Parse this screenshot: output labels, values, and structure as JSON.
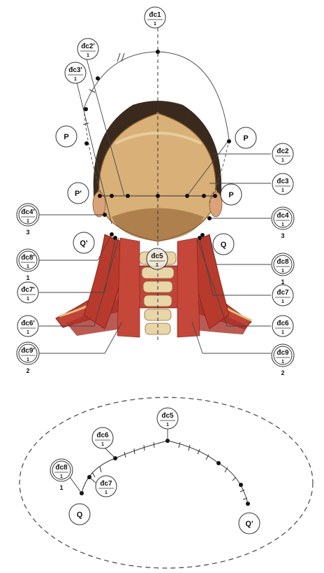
{
  "colors": {
    "ink": "#111111",
    "line": "#444444",
    "skull": "#d8b078",
    "skull_dark": "#8a5a2a",
    "muscle": "#b83a2c",
    "muscle_dark": "#7e1f18",
    "bone": "#e8d6a8",
    "hair": "#3a2a1e"
  },
  "point_labels": {
    "dc1": {
      "name": "đc1",
      "level": "1"
    },
    "dc2p": {
      "name": "đc2'",
      "level": "1"
    },
    "dc3p": {
      "name": "đc3'",
      "level": "1"
    },
    "dc2": {
      "name": "đc2",
      "level": "1"
    },
    "dc3": {
      "name": "đc3",
      "level": "1"
    },
    "dc4p": {
      "name": "đc4'",
      "level": "1",
      "grade": "3"
    },
    "dc4": {
      "name": "đc4",
      "level": "1",
      "grade": "3"
    },
    "dc5": {
      "name": "đc5",
      "level": "1"
    },
    "dc6p": {
      "name": "đc6'",
      "level": "1"
    },
    "dc6": {
      "name": "đc6",
      "level": "1"
    },
    "dc7p": {
      "name": "đc7'",
      "level": "1"
    },
    "dc7": {
      "name": "đc7",
      "level": "1"
    },
    "dc8p": {
      "name": "đc8'",
      "level": "1",
      "grade": "1"
    },
    "dc8": {
      "name": "đc8",
      "level": "1",
      "grade": "1"
    },
    "dc9p": {
      "name": "đc9'",
      "level": "1",
      "grade": "2"
    },
    "dc9": {
      "name": "đc9",
      "level": "1",
      "grade": "2"
    }
  },
  "region_labels": {
    "P_upper_left": "P",
    "P_upper_right": "P",
    "P_prime": "P'",
    "P_mid_right": "P",
    "Q_prime_left": "Q'",
    "Q_right": "Q"
  },
  "bottom_diagram": {
    "dc5": {
      "name": "đc5",
      "level": "1"
    },
    "dc6": {
      "name": "đc6",
      "level": "1"
    },
    "dc7": {
      "name": "đc7",
      "level": "1"
    },
    "dc8": {
      "name": "đc8",
      "level": "1",
      "grade": "1"
    },
    "Q": "Q",
    "Q_prime": "Q'"
  }
}
